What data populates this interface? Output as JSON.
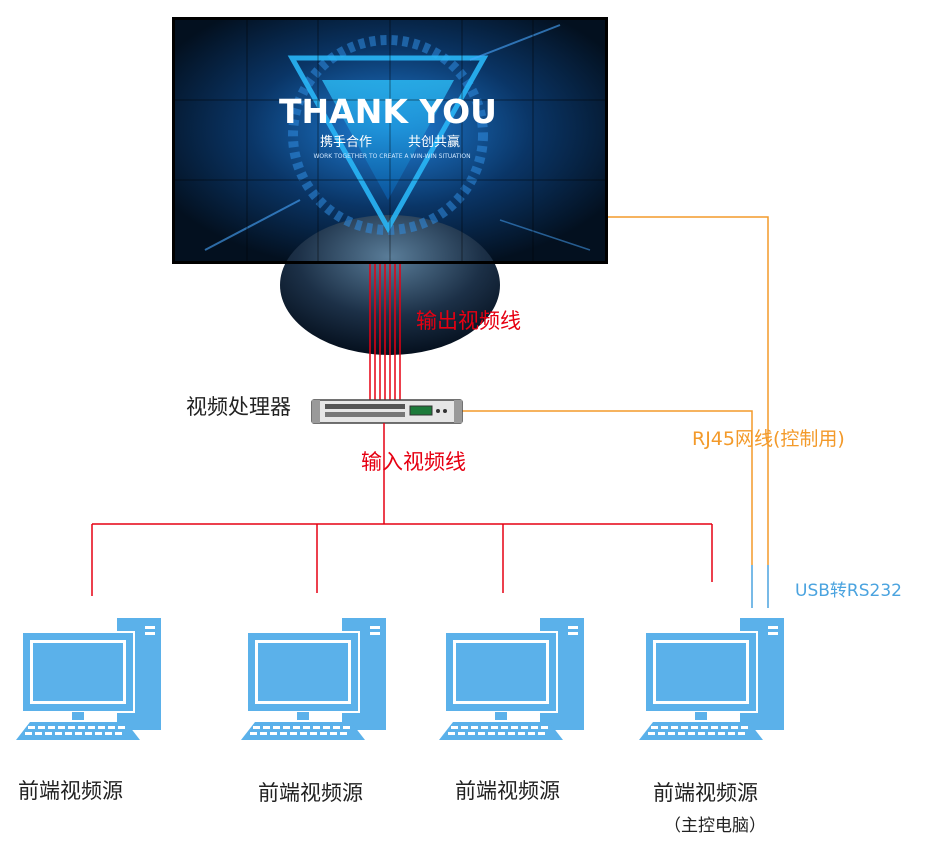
{
  "screen": {
    "headline": "THANK YOU",
    "slogan_left": "携手合作",
    "slogan_right": "共创共赢",
    "slogan_en": "WORK TOGETHER TO CREATE A WIN-WIN SITUATION"
  },
  "labels": {
    "output_cable": "输出视频线",
    "processor": "视频处理器",
    "input_cable": "输入视频线",
    "rj45": "RJ45网线(控制用)",
    "usb": "USB转RS232"
  },
  "computers": [
    {
      "label": "前端视频源",
      "note": ""
    },
    {
      "label": "前端视频源",
      "note": ""
    },
    {
      "label": "前端视频源",
      "note": ""
    },
    {
      "label": "前端视频源",
      "note": "（主控电脑）"
    }
  ],
  "colors": {
    "video_line": "#e60012",
    "control_line": "#f39a2a",
    "usb_line": "#4aa3df",
    "computer": "#5bb1ea",
    "screen_bg": "#061a33"
  }
}
